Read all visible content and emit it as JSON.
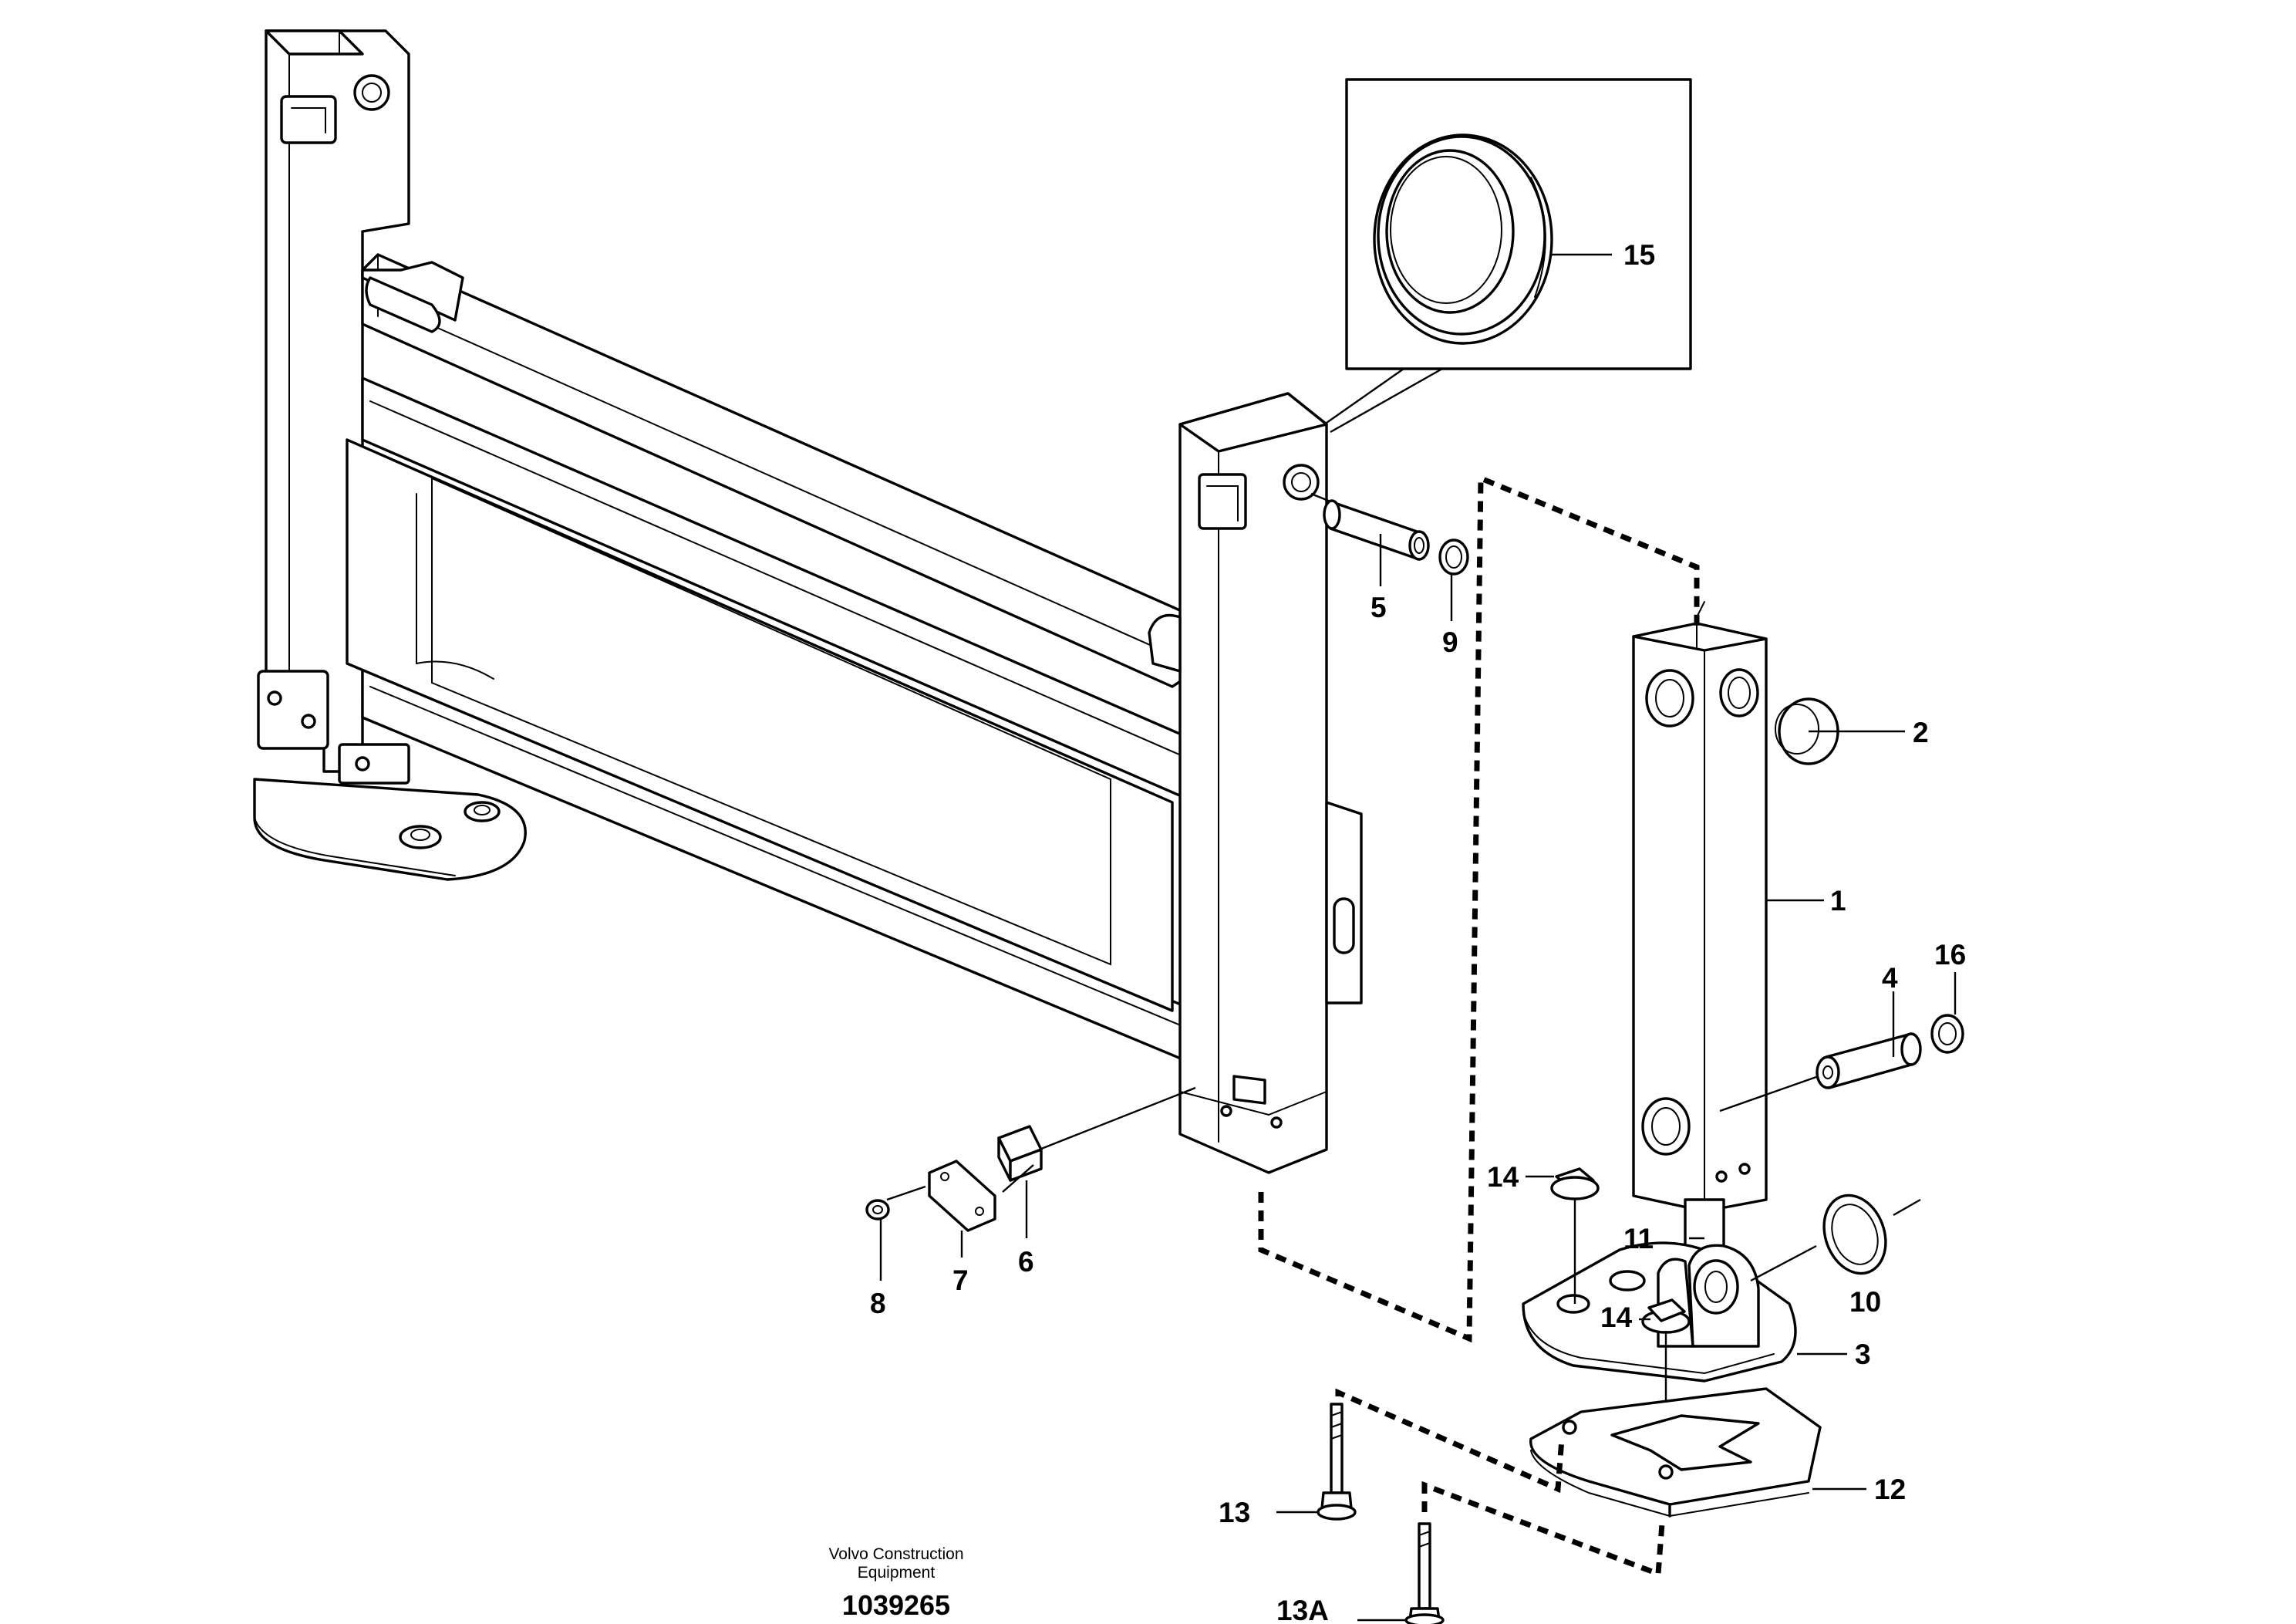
{
  "callouts": {
    "c1": "1",
    "c2": "2",
    "c3": "3",
    "c4": "4",
    "c5": "5",
    "c6": "6",
    "c7": "7",
    "c8": "8",
    "c9": "9",
    "c10": "10",
    "c11": "11",
    "c12": "12",
    "c13": "13",
    "c13a": "13A",
    "c14a": "14",
    "c14b": "14",
    "c15": "15",
    "c16": "16"
  },
  "footer": {
    "company_line1": "Volvo Construction",
    "company_line2": "Equipment",
    "drawing_number": "1039265"
  },
  "style": {
    "line_color": "#000000",
    "background": "#ffffff"
  }
}
